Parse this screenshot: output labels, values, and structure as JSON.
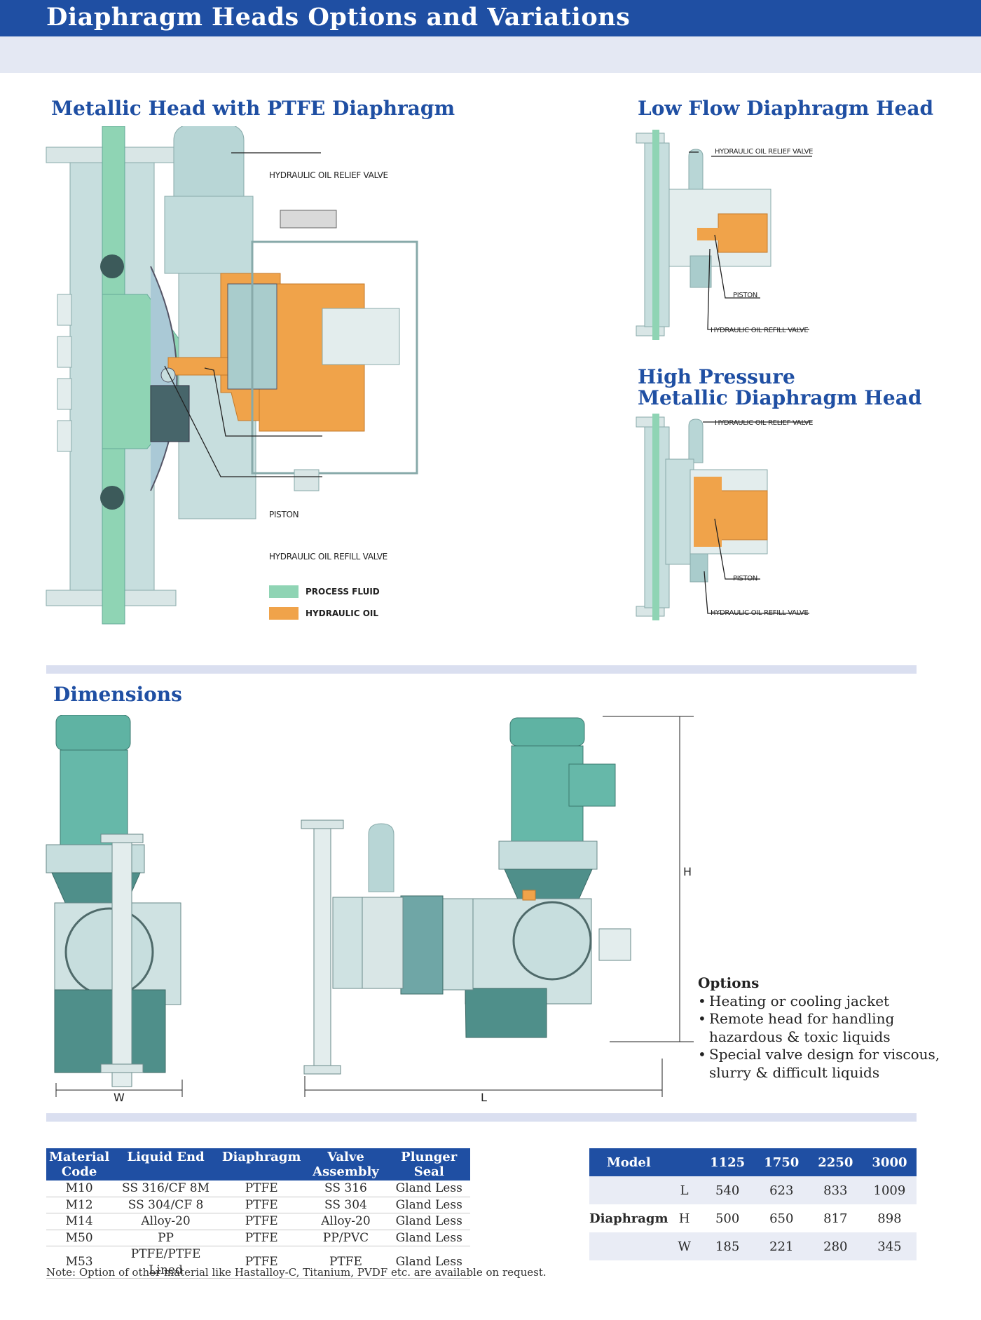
{
  "header": {
    "title": "Diaphragm Heads Options and Variations"
  },
  "sections": {
    "metallic_head": {
      "title": "Metallic Head with PTFE Diaphragm",
      "callouts": [
        "HYDRAULIC OIL RELIEF VALVE",
        "PISTON",
        "HYDRAULIC OIL REFILL VALVE"
      ],
      "legend": [
        {
          "label": "PROCESS FLUID",
          "color": "#8fd4b4"
        },
        {
          "label": "HYDRAULIC OIL",
          "color": "#f0a34a"
        }
      ]
    },
    "low_flow": {
      "title": "Low Flow Diaphragm Head",
      "callouts": [
        "HYDRAULIC OIL RELIEF VALVE",
        "PISTON",
        "HYDRAULIC OIL REFILL VALVE"
      ]
    },
    "high_pressure": {
      "title_line1": "High Pressure",
      "title_line2": "Metallic Diaphragm Head",
      "callouts": [
        "HYDRAULIC OIL RELIEF VALVE",
        "PISTON",
        "HYDRAULIC OIL REFILL VALVE"
      ]
    },
    "dimensions": {
      "title": "Dimensions",
      "labels": {
        "w": "W",
        "l": "L",
        "h": "H"
      }
    }
  },
  "options": {
    "title": "Options",
    "items": [
      [
        "Heating or cooling jacket"
      ],
      [
        "Remote head for handling",
        "hazardous & toxic liquids"
      ],
      [
        "Special valve design for viscous,",
        "slurry & difficult liquids"
      ]
    ]
  },
  "material_table": {
    "headers": [
      [
        "Material",
        "Code"
      ],
      [
        "Liquid End"
      ],
      [
        "Diaphragm"
      ],
      [
        "Valve",
        "Assembly"
      ],
      [
        "Plunger",
        "Seal"
      ]
    ],
    "rows": [
      [
        "M10",
        "SS 316/CF 8M",
        "PTFE",
        "SS 316",
        "Gland Less"
      ],
      [
        "M12",
        "SS 304/CF 8",
        "PTFE",
        "SS 304",
        "Gland Less"
      ],
      [
        "M14",
        "Alloy-20",
        "PTFE",
        "Alloy-20",
        "Gland Less"
      ],
      [
        "M50",
        "PP",
        "PTFE",
        "PP/PVC",
        "Gland Less"
      ],
      [
        "M53",
        "PTFE/PTFE Lined",
        "PTFE",
        "PTFE",
        "Gland Less"
      ]
    ]
  },
  "note": "Note: Option of other material like Hastalloy-C, Titanium, PVDF etc. are available on request.",
  "model_table": {
    "header": {
      "label": "Model",
      "models": [
        "1125",
        "1750",
        "2250",
        "3000"
      ]
    },
    "group_label": "Diaphragm",
    "rows": [
      {
        "unit": "L",
        "values": [
          "540",
          "623",
          "833",
          "1009"
        ]
      },
      {
        "unit": "H",
        "values": [
          "500",
          "650",
          "817",
          "898"
        ]
      },
      {
        "unit": "W",
        "values": [
          "185",
          "221",
          "280",
          "345"
        ]
      }
    ]
  }
}
